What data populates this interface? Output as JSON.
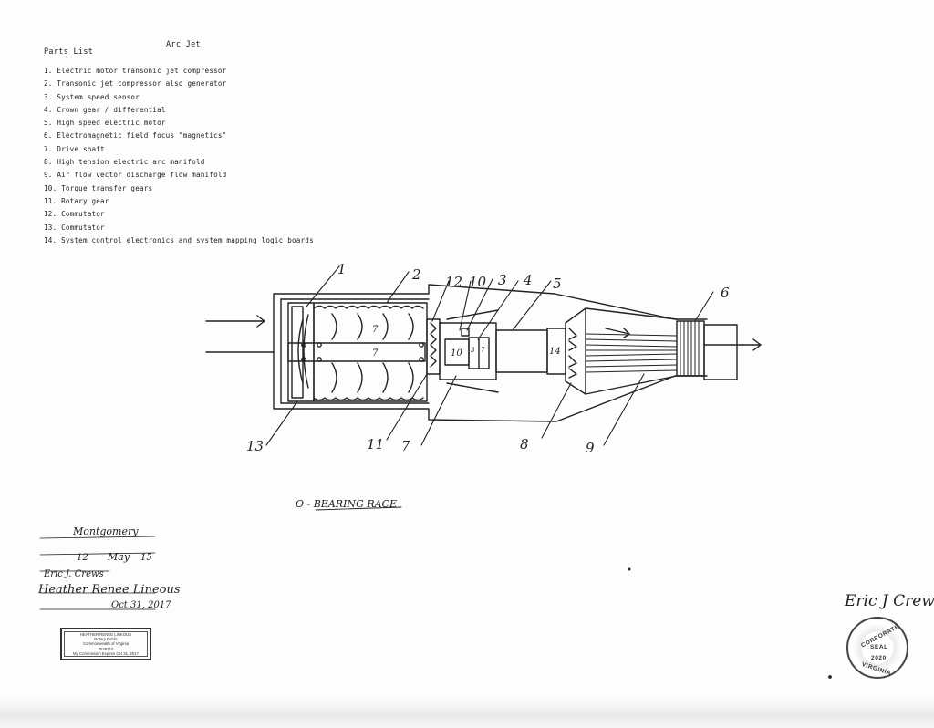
{
  "document": {
    "title": "Arc Jet",
    "parts_list_header": "Parts List",
    "parts": [
      "1. Electric motor transonic jet compressor",
      "2. Transonic jet compressor also generator",
      "3. System speed sensor",
      "4. Crown gear / differential",
      "5. High speed electric motor",
      "6. Electromagnetic field focus \"magnetics\"",
      "7. Drive shaft",
      "8. High tension electric arc manifold",
      "9. Air flow vector discharge flow manifold",
      "10. Torque transfer gears",
      "11. Rotary gear",
      "12. Commutator",
      "13. Commutator",
      "14. System control electronics and system mapping logic boards"
    ]
  },
  "diagram": {
    "callouts": [
      "1",
      "2",
      "12",
      "10",
      "3",
      "4",
      "5",
      "6",
      "13",
      "11",
      "7",
      "8",
      "9"
    ],
    "inner_labels": {
      "shaft_7a": "7",
      "shaft_7b": "7",
      "gear_10": "10",
      "sensor_3": "3",
      "board_14": "14",
      "gear_7": "7"
    },
    "legend": "O - BEARING RACE"
  },
  "notary": {
    "county": "Montgomery",
    "day": "12",
    "month": "May",
    "year": "15",
    "name": "Eric J. Crews",
    "notary_signature": "Heather Renee Lineous",
    "commission_date": "Oct 31, 2017",
    "stamp_lines": [
      "HEATHER RENEE LINKOUS",
      "Notary Public",
      "Commonwealth of Virginia",
      "7539710",
      "My Commission Expires Oct 31, 2017"
    ]
  },
  "signature": "Eric J Crews",
  "seal": {
    "top": "CORPORATE",
    "middle": "SEAL",
    "year": "2020",
    "bottom": "VIRGINIA"
  }
}
